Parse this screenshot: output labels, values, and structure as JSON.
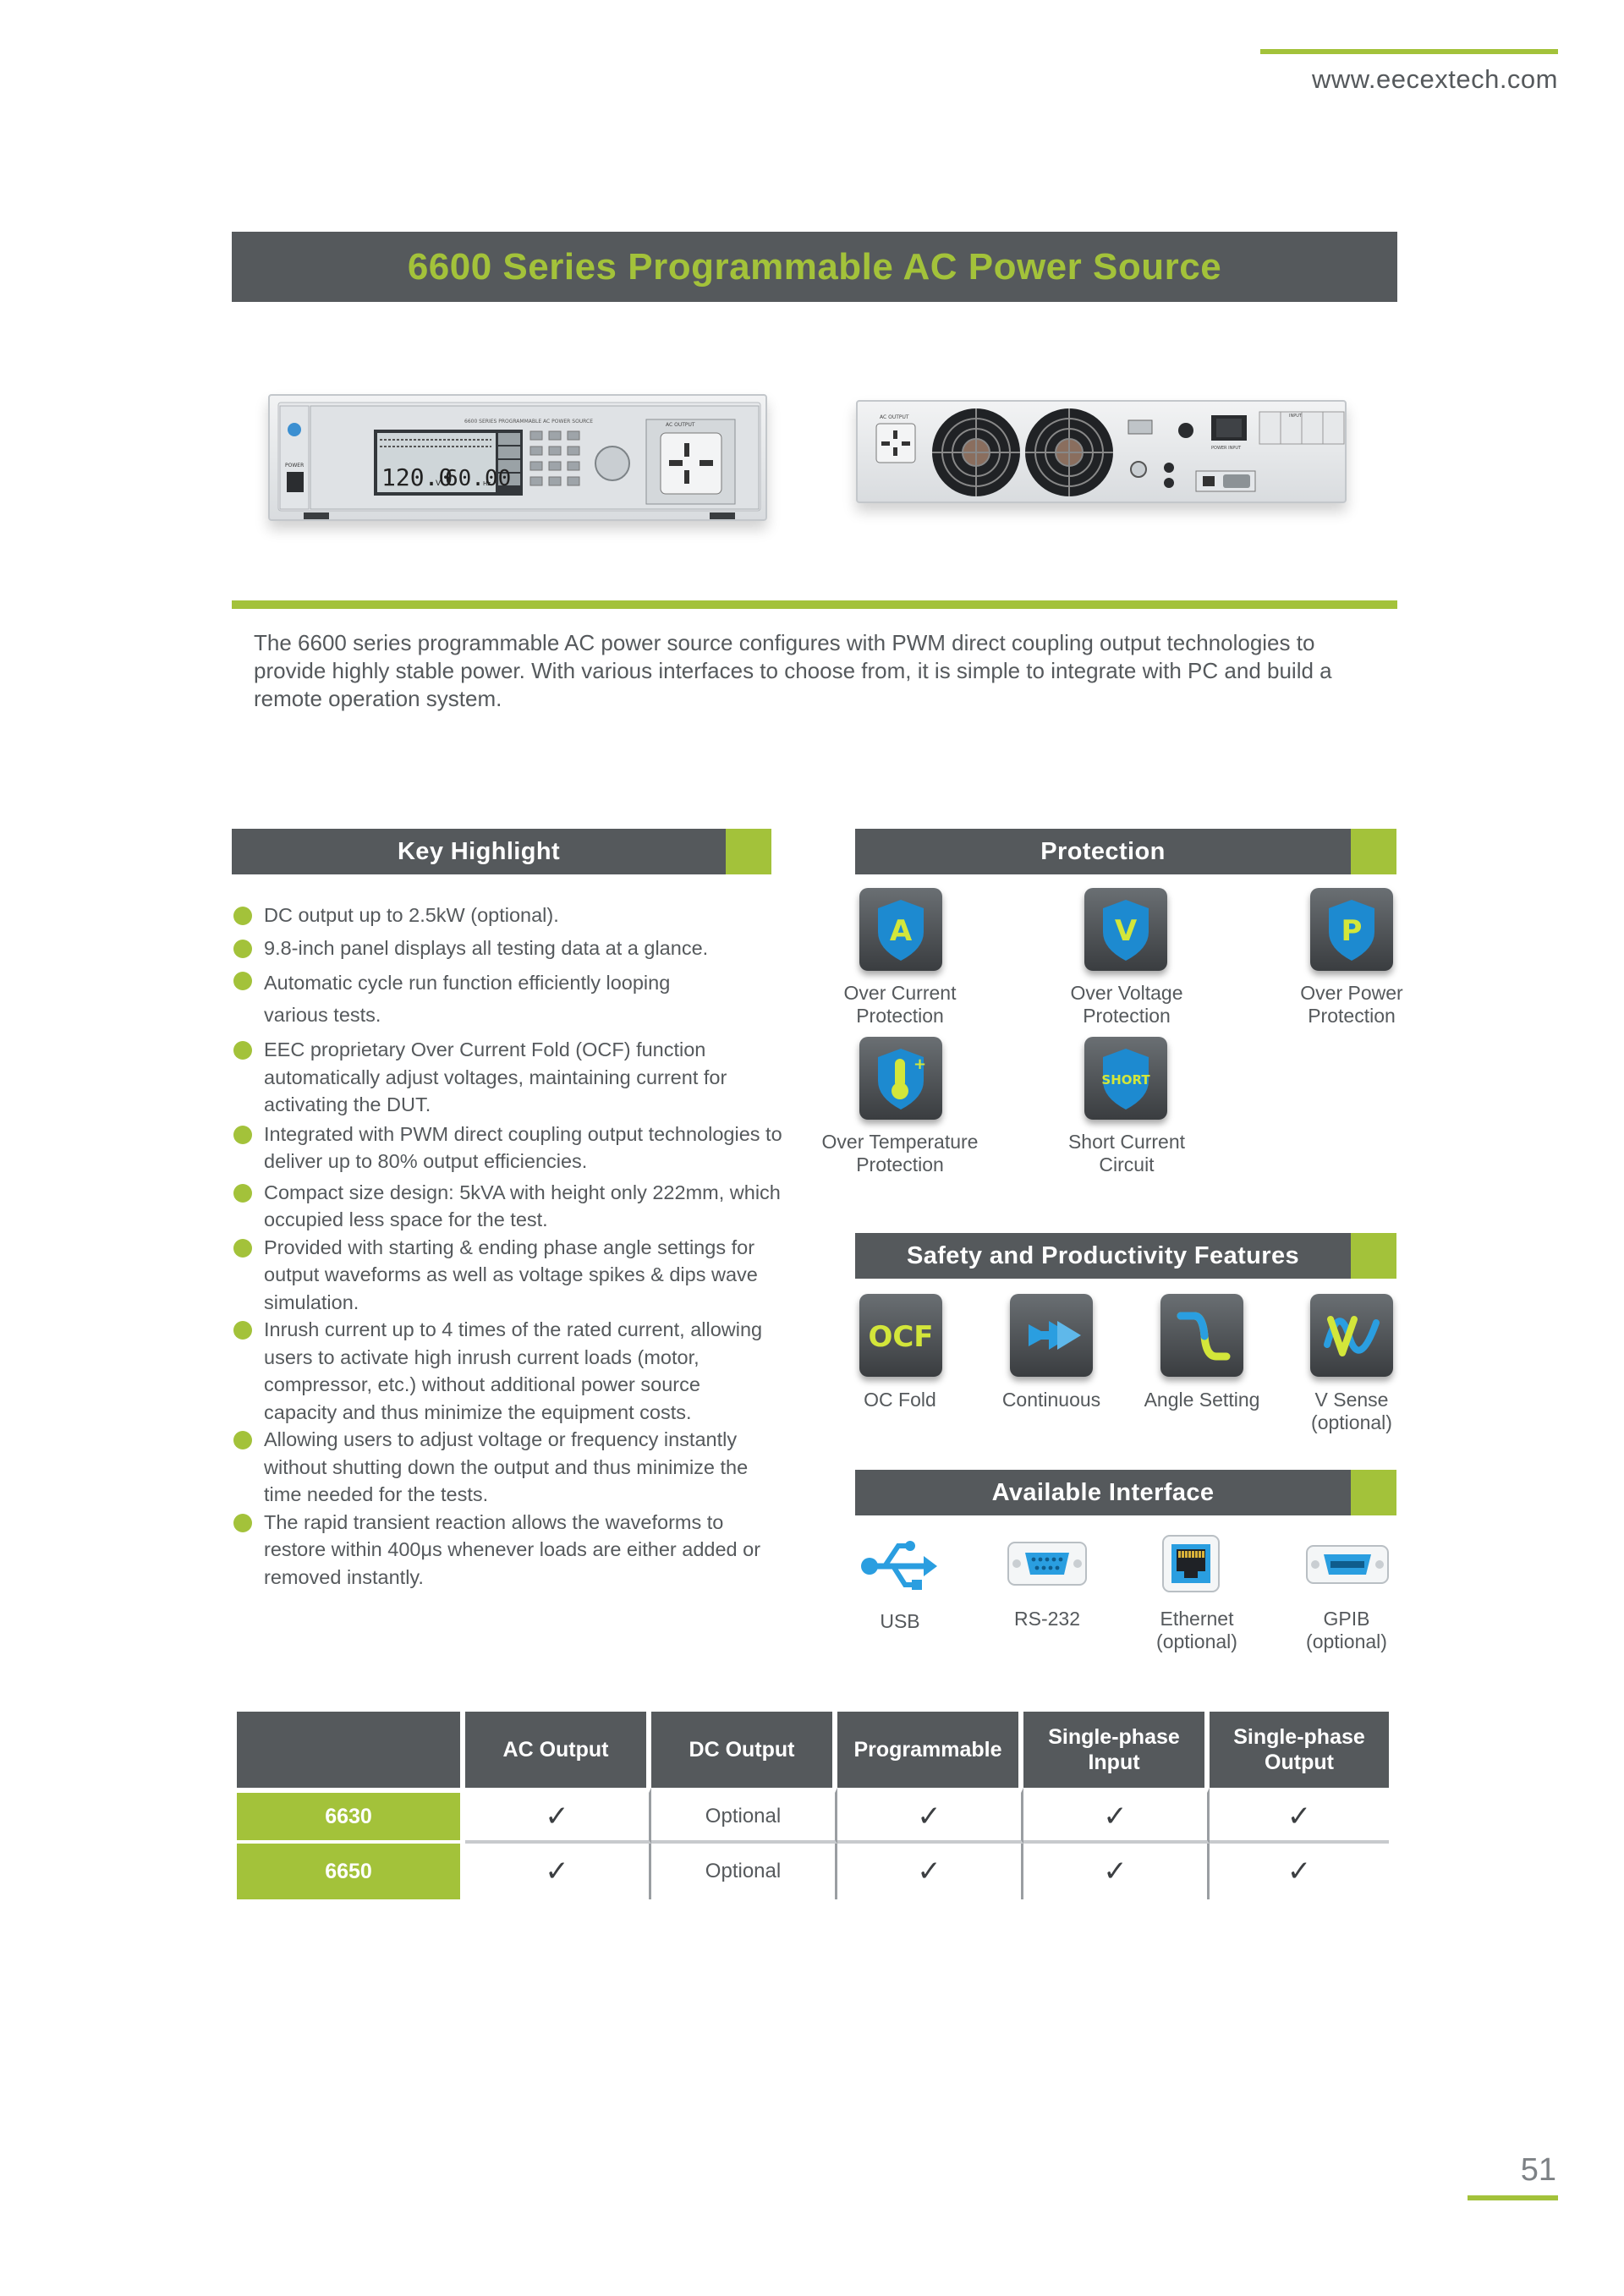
{
  "header": {
    "website": "www.eecextech.com"
  },
  "title": "6600 Series Programmable AC Power Source",
  "front_panel": {
    "display_main_voltage": "120.0",
    "display_main_voltage_unit": "V",
    "display_main_freq": "60.00",
    "display_main_freq_unit": "Hz",
    "top_text": "6600 SERIES PROGRAMMABLE AC POWER SOURCE",
    "power_label": "POWER",
    "ac_output_label": "AC OUTPUT"
  },
  "rear_panel": {
    "ac_output_label": "AC OUTPUT",
    "input_label": "INPUT",
    "power_input_label": "POWER INPUT"
  },
  "intro": "The 6600 series programmable AC power source configures with PWM direct coupling output technologies to provide highly stable power. With various interfaces to choose from, it is simple to integrate with PC and build a remote operation system.",
  "key_highlight": {
    "title": "Key Highlight",
    "items": [
      "DC output up to 2.5kW (optional).",
      "9.8-inch panel displays all testing data at a glance.",
      "Automatic cycle run function efficiently looping various tests.",
      "EEC proprietary Over Current Fold (OCF) function automatically adjust voltages, maintaining current for activating the DUT.",
      "Integrated with PWM direct coupling output technologies to deliver up to 80% output efficiencies.",
      "Compact size design: 5kVA with height only 222mm, which occupied less space for the test.",
      "Provided with starting & ending phase angle settings for output waveforms as well as voltage spikes & dips wave simulation.",
      "Inrush current up to 4 times of the rated current, allowing users to activate high inrush current loads (motor, compressor, etc.) without additional power source capacity and thus minimize the equipment costs.",
      "Allowing users to adjust voltage or frequency instantly without shutting down the output and thus minimize the time needed for the tests.",
      "The rapid transient reaction allows the waveforms to restore within 400μs whenever loads are either added or removed instantly."
    ]
  },
  "protection": {
    "title": "Protection",
    "items": [
      {
        "icon": "shield-a-icon",
        "letter": "A",
        "line1": "Over Current",
        "line2": "Protection"
      },
      {
        "icon": "shield-v-icon",
        "letter": "V",
        "line1": "Over Voltage",
        "line2": "Protection"
      },
      {
        "icon": "shield-p-icon",
        "letter": "P",
        "line1": "Over Power",
        "line2": "Protection"
      },
      {
        "icon": "thermometer-shield-icon",
        "letter": "",
        "line1": "Over Temperature",
        "line2": "Protection"
      },
      {
        "icon": "short-shield-icon",
        "letter": "SHORT",
        "line1": "Short Current",
        "line2": "Circuit"
      }
    ]
  },
  "safety": {
    "title": "Safety and Productivity Features",
    "items": [
      {
        "icon": "ocf-icon",
        "badge": "OCF",
        "line1": "OC Fold",
        "line2": ""
      },
      {
        "icon": "continuous-arrows-icon",
        "line1": "Continuous",
        "line2": ""
      },
      {
        "icon": "angle-wave-icon",
        "line1": "Angle Setting",
        "line2": ""
      },
      {
        "icon": "v-sense-icon",
        "line1": "V Sense",
        "line2": "(optional)"
      }
    ]
  },
  "interface": {
    "title": "Available Interface",
    "items": [
      {
        "icon": "usb-icon",
        "line1": "USB",
        "line2": ""
      },
      {
        "icon": "rs232-port-icon",
        "line1": "RS-232",
        "line2": ""
      },
      {
        "icon": "ethernet-port-icon",
        "line1": "Ethernet",
        "line2": "(optional)"
      },
      {
        "icon": "gpib-port-icon",
        "line1": "GPIB",
        "line2": "(optional)"
      }
    ]
  },
  "table": {
    "headers": [
      "",
      "AC Output",
      "DC Output",
      "Programmable",
      "Single-phase Input",
      "Single-phase Output"
    ],
    "rows": [
      {
        "model": "6630",
        "cells": [
          "✓",
          "Optional",
          "✓",
          "✓",
          "✓"
        ]
      },
      {
        "model": "6650",
        "cells": [
          "✓",
          "Optional",
          "✓",
          "✓",
          "✓"
        ]
      }
    ]
  },
  "page_number": "51",
  "colors": {
    "accent_green": "#a3c23a",
    "header_gray": "#55595c",
    "text_gray": "#55595c"
  }
}
